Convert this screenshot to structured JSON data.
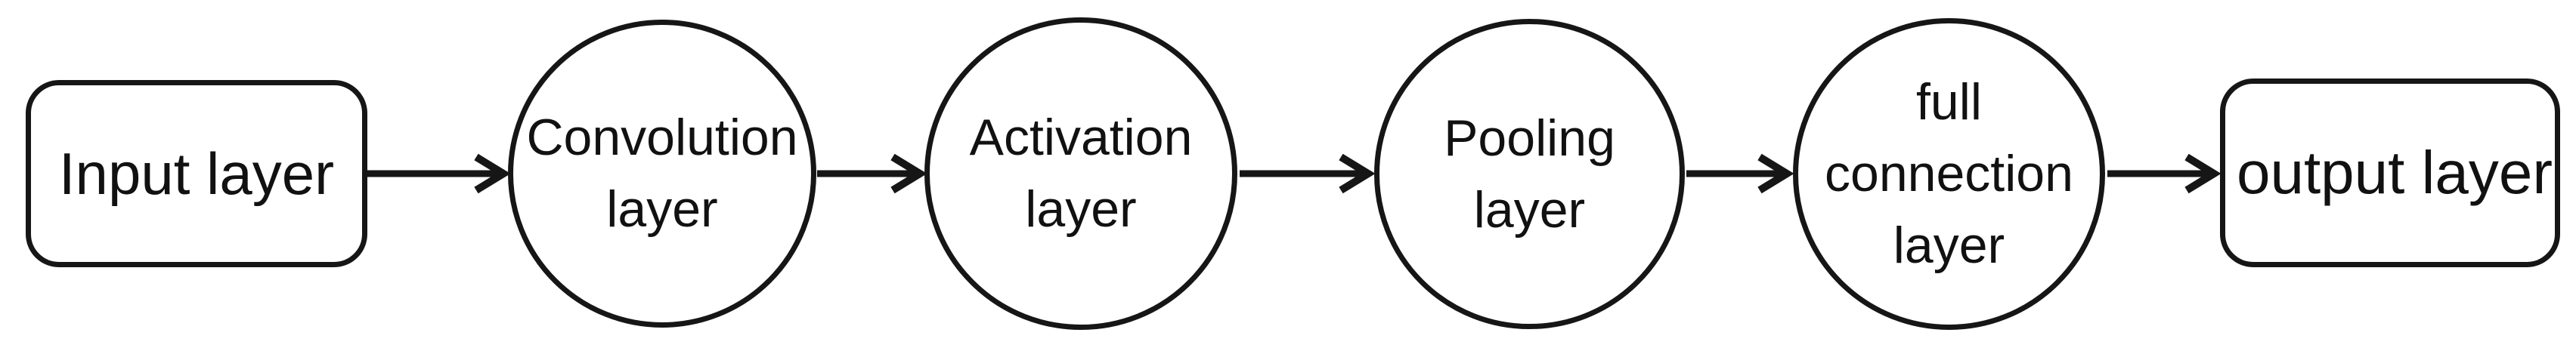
{
  "palette": {
    "stroke": "#161616",
    "text": "#111111",
    "arrow_shadow": "#b5b5b5",
    "background": "#ffffff"
  },
  "diagram": {
    "type": "flowchart",
    "direction": "left-to-right",
    "nodes": [
      {
        "id": "input-layer",
        "shape": "rounded-rectangle",
        "lines": [
          "Input layer"
        ]
      },
      {
        "id": "convolution-layer",
        "shape": "circle",
        "lines": [
          "Convolution",
          "layer"
        ]
      },
      {
        "id": "activation-layer",
        "shape": "circle",
        "lines": [
          "Activation",
          "layer"
        ]
      },
      {
        "id": "pooling-layer",
        "shape": "circle",
        "lines": [
          "Pooling",
          "layer"
        ]
      },
      {
        "id": "full-connection-layer",
        "shape": "circle",
        "lines": [
          "full",
          "connection",
          "layer"
        ]
      },
      {
        "id": "output-layer",
        "shape": "rounded-rectangle",
        "lines": [
          "output layer"
        ]
      }
    ],
    "edges": [
      {
        "from": "input-layer",
        "to": "convolution-layer"
      },
      {
        "from": "convolution-layer",
        "to": "activation-layer"
      },
      {
        "from": "activation-layer",
        "to": "pooling-layer"
      },
      {
        "from": "pooling-layer",
        "to": "full-connection-layer"
      },
      {
        "from": "full-connection-layer",
        "to": "output-layer"
      }
    ]
  }
}
